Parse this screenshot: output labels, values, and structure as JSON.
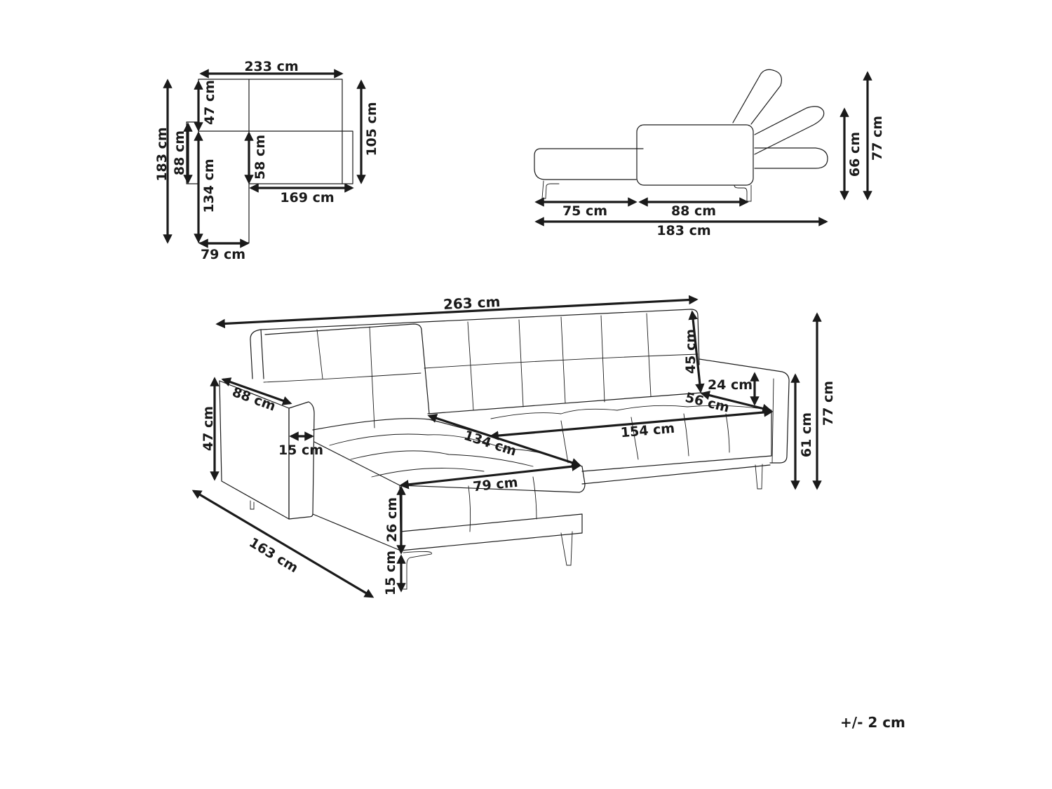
{
  "diagram": {
    "type": "furniture-dimension-drawing",
    "subject": "L-shaped tufted corner sofa bed with chaise",
    "stroke_color": "#1a1a1a",
    "background_color": "#ffffff",
    "top_view": {
      "overall_width": "233 cm",
      "overall_depth": "183 cm",
      "backrest_depth": "47 cm",
      "seat_depth_left": "88 cm",
      "chaise_length": "134 cm",
      "seat_depth_main": "58 cm",
      "main_depth": "105 cm",
      "main_section_width": "169 cm",
      "chaise_width": "79 cm"
    },
    "side_view": {
      "seat_length": "75 cm",
      "back_length": "88 cm",
      "overall_length": "183 cm",
      "height_reclined": "66 cm",
      "height_upright": "77 cm"
    },
    "perspective_view": {
      "overall_width": "263 cm",
      "chaise_depth": "88 cm",
      "chaise_back_height": "47 cm",
      "armrest_width": "15 cm",
      "chaise_seat_length": "134 cm",
      "seat_width": "154 cm",
      "chaise_seat_width": "79 cm",
      "backrest_height": "45 cm",
      "armrest_height_above_seat": "24 cm",
      "seat_depth": "56 cm",
      "seat_height": "61 cm",
      "overall_height": "77 cm",
      "overall_length": "163 cm",
      "seat_cushion_height": "26 cm",
      "leg_height": "15 cm"
    },
    "tolerance": "+/- 2 cm"
  }
}
